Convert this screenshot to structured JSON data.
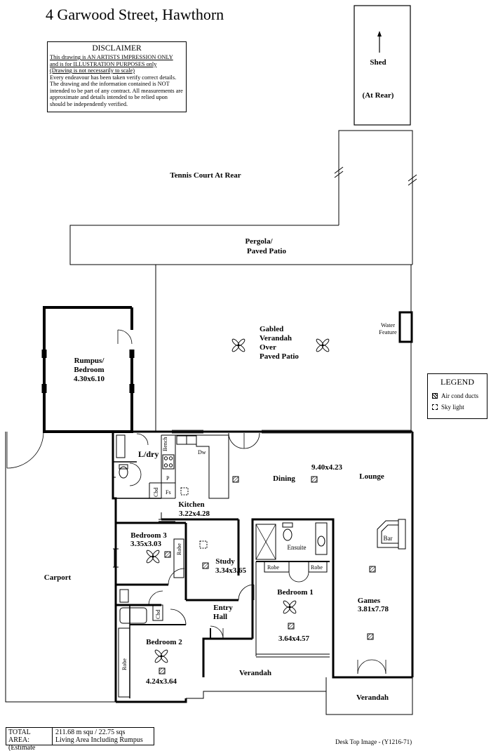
{
  "title": "4 Garwood Street, Hawthorn",
  "disclaimer": {
    "heading": "DISCLAIMER",
    "line1": "This drawing is AN ARTISTS IMPRESSION ONLY",
    "line2": "and is for ILLUSTRATION PURPOSES only",
    "line3": "(Drawing is not necessarily to scale)",
    "body": "Every endeavour has been taken verify correct details. The drawing and the information contained is NOT intended to be part of any contract. All measurements are approximate and details intended to be relied upon should be independently verified."
  },
  "legend": {
    "heading": "LEGEND",
    "air_cond": "Air cond ducts",
    "sky_light": "Sky light"
  },
  "areas": {
    "shed": "Shed",
    "shed_note": "(At Rear)",
    "tennis": "Tennis Court At Rear",
    "pergola_1": "Pergola/",
    "pergola_2": "Paved Patio",
    "verandah_1": "Gabled",
    "verandah_2": "Verandah",
    "verandah_3": "Over",
    "verandah_4": "Paved Patio",
    "water_1": "Water",
    "water_2": "Feature",
    "carport": "Carport",
    "verandah_front": "Verandah",
    "verandah_games": "Verandah"
  },
  "rooms": {
    "rumpus_1": "Rumpus/",
    "rumpus_2": "Bedroom",
    "rumpus_dim": "4.30x6.10",
    "ldry": "L/dry",
    "kitchen": "Kitchen",
    "kitchen_dim": "3.22x4.28",
    "dining": "Dining",
    "dining_dim": "9.40x4.23",
    "lounge": "Lounge",
    "bed3": "Bedroom 3",
    "bed3_dim": "3.35x3.03",
    "study": "Study",
    "study_dim": "3.34x3.65",
    "entry_1": "Entry",
    "entry_2": "Hall",
    "bed1": "Bedroom 1",
    "bed1_dim": "3.64x4.57",
    "ensuite": "Ensuite",
    "games": "Games",
    "games_dim": "3.81x7.78",
    "bar": "Bar",
    "bed2": "Bedroom 2",
    "bed2_dim": "4.24x3.64"
  },
  "fixtures": {
    "bench": "Bench",
    "dw": "Dw",
    "p": "P",
    "fs": "Fs",
    "cbd": "Cbd",
    "cbd2": "Cbd",
    "robe_bed3": "Robe",
    "robe_bed1a": "Robe",
    "robe_bed1b": "Robe",
    "robe_bed2": "Robe"
  },
  "total": {
    "label_1": "TOTAL AREA:",
    "label_2": "(Estimate Only)",
    "value_1": "211.68 m squ /  22.75 sqs",
    "value_2": "Living Area Including Rumpus"
  },
  "credit": "Desk Top Image - (Y1216-71)"
}
